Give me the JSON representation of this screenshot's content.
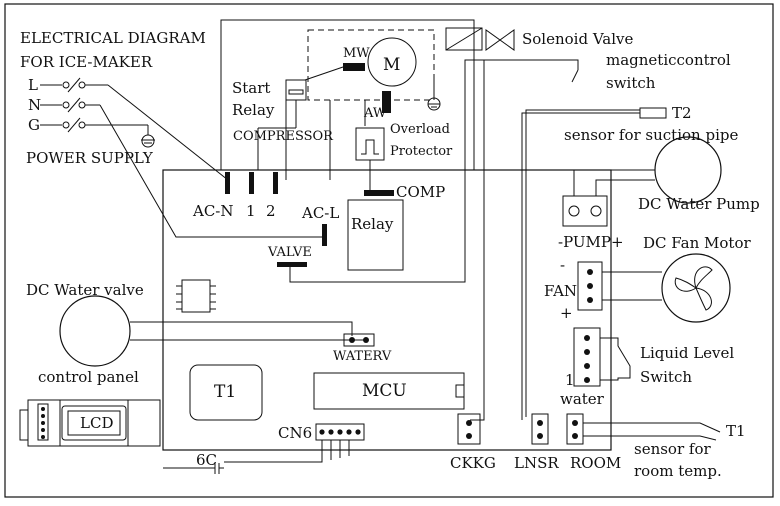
{
  "title": {
    "line1": "ELECTRICAL DIAGRAM",
    "line2": "FOR ICE-MAKER"
  },
  "power": {
    "L": "L",
    "N": "N",
    "G": "G",
    "label": "POWER SUPPLY"
  },
  "compressor": {
    "start_relay_1": "Start",
    "start_relay_2": "Relay",
    "label": "COMPRESSOR",
    "motor": "M",
    "mw": "MW",
    "aw": "AW",
    "overload_1": "Overload",
    "overload_2": "Protector",
    "comp": "COMP"
  },
  "board": {
    "ac_n": "AC-N",
    "pin1": "1",
    "pin2": "2",
    "ac_l": "AC-L",
    "relay": "Relay",
    "valve": "VALVE",
    "waterv": "WATERV",
    "t1": "T1",
    "mcu": "MCU",
    "cn6": "CN6",
    "cap": "6C"
  },
  "left": {
    "dc_water_valve": "DC Water valve",
    "control_panel": "control panel",
    "lcd": "LCD"
  },
  "right": {
    "solenoid": "Solenoid Valve",
    "magnetic_1": "magneticcontrol",
    "magnetic_2": "switch",
    "t2": "T2",
    "suction": "sensor for suction pipe",
    "pump": "DC Water Pump",
    "pump_conn": "-PUMP+",
    "fan_motor": "DC Fan Motor",
    "fan_minus": "-",
    "fan_label": "FAN",
    "fan_plus": "+",
    "liquid_1": "Liquid Level",
    "liquid_2": "Switch",
    "water_num": "1",
    "water": "water",
    "t1": "T1",
    "room_1": "sensor for",
    "room_2": "room temp."
  },
  "connectors": {
    "ckkg": "CKKG",
    "lnsr": "LNSR",
    "room": "ROOM"
  }
}
